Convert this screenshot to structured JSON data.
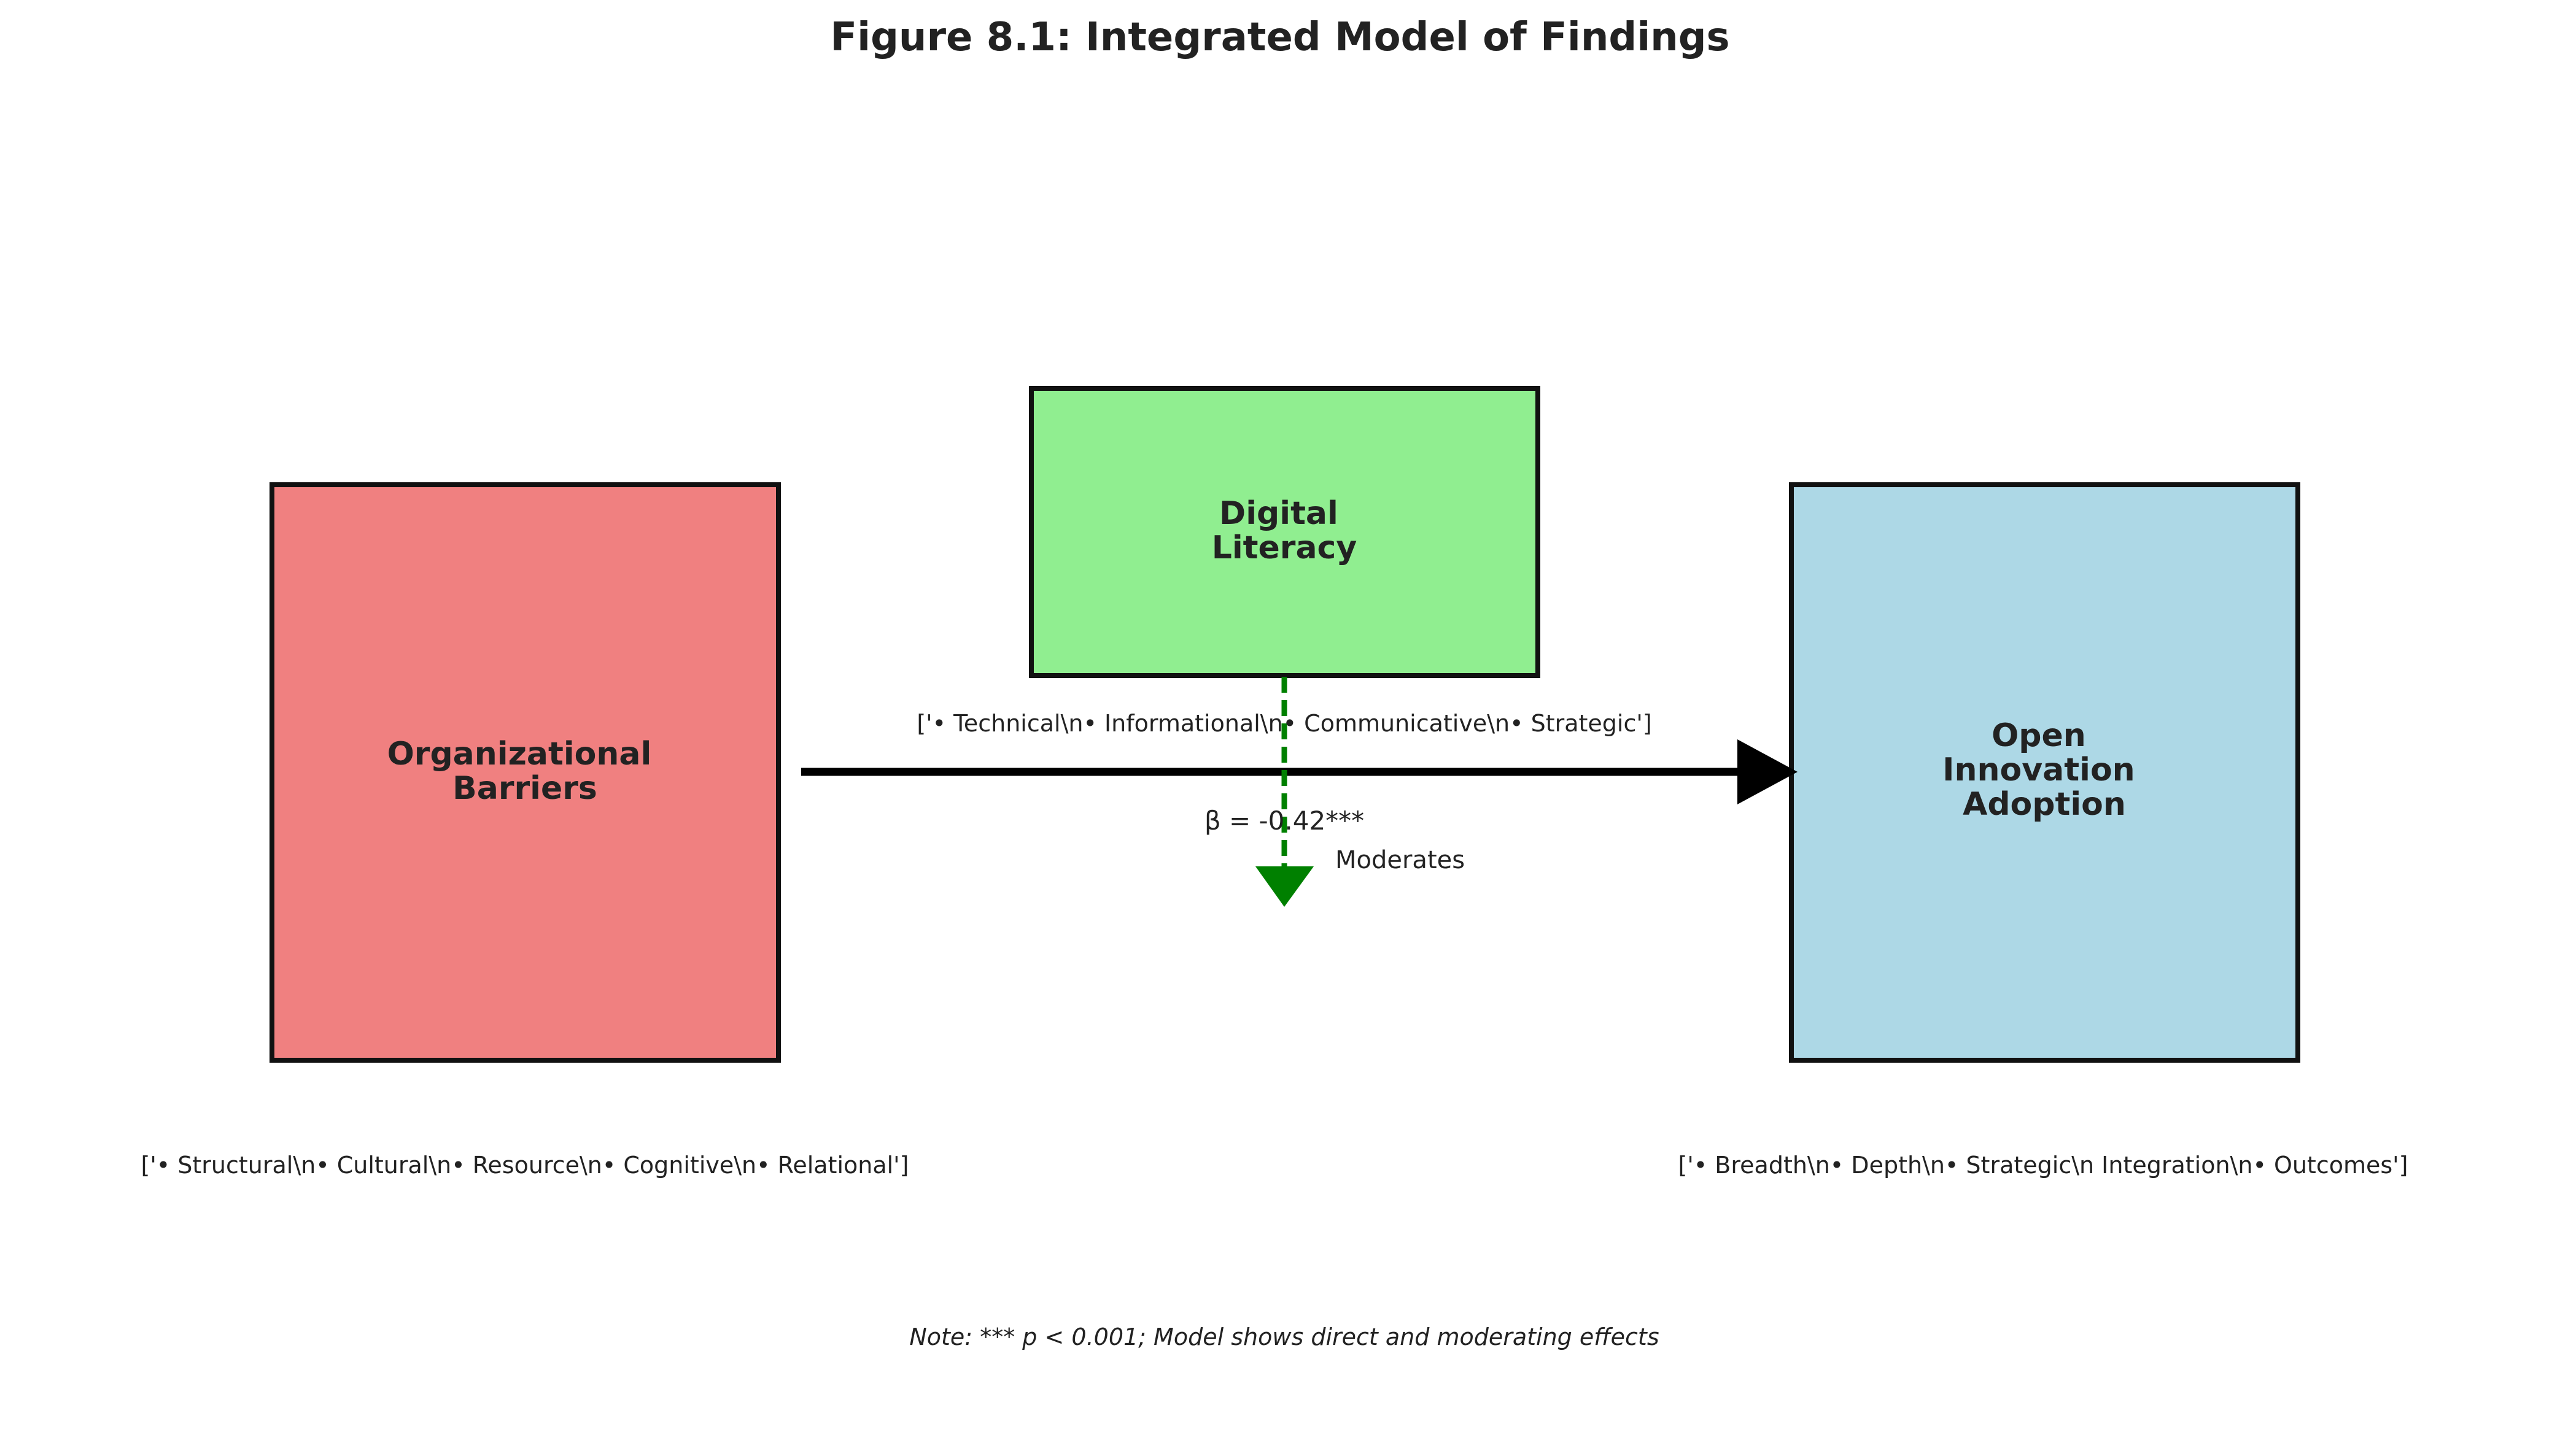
{
  "title": "Figure 8.1: Integrated Model of Findings",
  "boxes": {
    "barriers": {
      "lines": [
        "Organizational",
        "Barriers"
      ],
      "fill": "#f08080",
      "dimensions": "['• Structural\\n• Cultural\\n• Resource\\n• Cognitive\\n• Relational']"
    },
    "literacy": {
      "lines": [
        "Digital",
        "Literacy"
      ],
      "fill": "#90ee90",
      "dimensions": "['• Technical\\n• Informational\\n• Communicative\\n• Strategic']"
    },
    "adoption": {
      "lines": [
        "Open",
        "Innovation",
        "Adoption"
      ],
      "fill": "#add8e6",
      "dimensions": "['• Breadth\\n• Depth\\n• Strategic\\n  Integration\\n• Outcomes']"
    }
  },
  "direct_effect": {
    "label": "β = -0.42***",
    "color": "#000000"
  },
  "moderation": {
    "label": "Moderates",
    "color": "#008000"
  },
  "note": "Note: *** p < 0.001; Model shows direct and moderating effects"
}
